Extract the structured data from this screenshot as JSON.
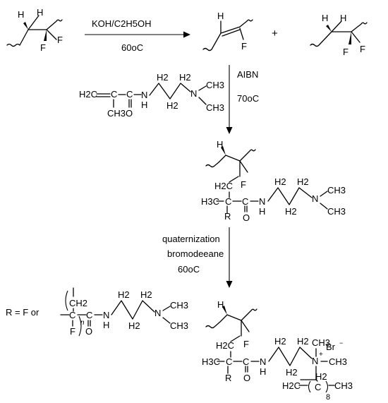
{
  "reaction1": {
    "reagent": "KOH/C2H5OH",
    "condition": "60oC",
    "plus": "+"
  },
  "reaction2": {
    "initiator": "AIBN",
    "temperature": "70oC"
  },
  "reaction3": {
    "step": "quaternization",
    "reagent": "bromodeeane",
    "temperature": "60oC"
  },
  "atoms": {
    "H": "H",
    "F": "F",
    "R": "R",
    "O": "O",
    "N": "N",
    "C": "C",
    "H2": "H2",
    "H2C": "H2C",
    "H3C": "H3C",
    "CH3": "CH3",
    "CH2": "CH2",
    "CH3O": "CH3O",
    "Br": "Br",
    "n": "n",
    "eight": "8"
  },
  "r_definition": {
    "prefix": "R = F or"
  }
}
